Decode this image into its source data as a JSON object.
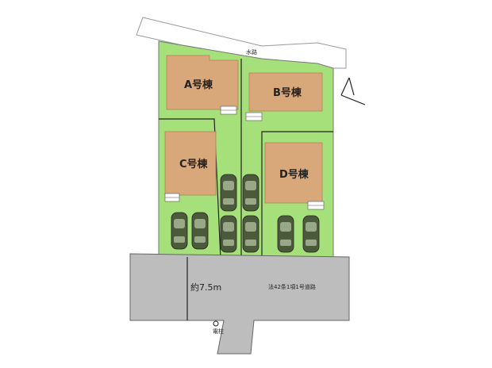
{
  "waterway_label": "水路",
  "houses": [
    {
      "id": "A",
      "label": "A号棟"
    },
    {
      "id": "B",
      "label": "B号棟"
    },
    {
      "id": "C",
      "label": "C号棟"
    },
    {
      "id": "D",
      "label": "D号棟"
    }
  ],
  "road": {
    "width_label": "約7.5m",
    "type_label": "法42条1項1号道路"
  },
  "utility_pole_label": "電柱",
  "colors": {
    "lawn": "#a6e07a",
    "house": "#d9a87a",
    "road": "#bdbdbd",
    "waterway": "#ffffff",
    "car": "#4c5a3c"
  }
}
